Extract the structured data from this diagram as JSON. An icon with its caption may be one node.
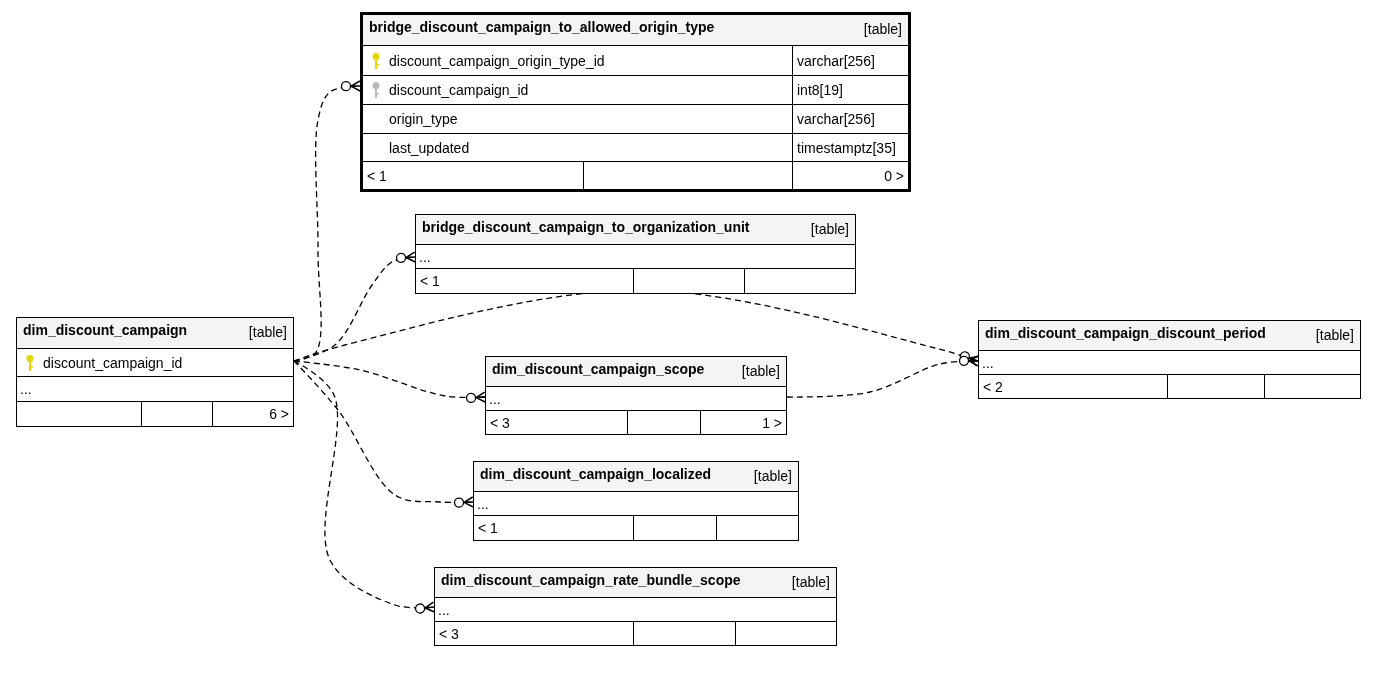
{
  "diagram": {
    "nodes": [
      {
        "text": [
          "bridge_discount_campaign_to_allowed_origin_type",
          "[table]",
          "discount_campaign_origin_type_id",
          "varchar[256]",
          "discount_campaign_id",
          "int8[19]",
          "origin_type",
          "varchar[256]",
          "last_updated",
          "timestamptz[35]",
          "< 1",
          "0 >"
        ]
      },
      {
        "text": [
          "bridge_discount_campaign_to_organization_unit",
          "[table]",
          "...",
          "< 1"
        ]
      },
      {
        "text": [
          "dim_discount_campaign",
          "[table]",
          "discount_campaign_id",
          "...",
          "6 >"
        ]
      },
      {
        "text": [
          "dim_discount_campaign_discount_period",
          "[table]",
          "...",
          "< 2"
        ]
      },
      {
        "text": [
          "dim_discount_campaign_scope",
          "[table]",
          "...",
          "< 3",
          "1 >"
        ]
      },
      {
        "text": [
          "dim_discount_campaign_localized",
          "[table]",
          "...",
          "< 1"
        ]
      },
      {
        "text": [
          "dim_discount_campaign_rate_bundle_scope",
          "[table]",
          "...",
          "< 3"
        ]
      }
    ],
    "edges": [
      {
        "from": 2,
        "to": 0,
        "arrow": "other",
        "style": "dashed"
      },
      {
        "from": 2,
        "to": 1,
        "arrow": "other",
        "style": "dashed"
      },
      {
        "from": 2,
        "to": 3,
        "arrow": "other",
        "style": "dashed"
      },
      {
        "from": 2,
        "to": 4,
        "arrow": "other",
        "style": "dashed"
      },
      {
        "from": 2,
        "to": 5,
        "arrow": "other",
        "style": "dashed"
      },
      {
        "from": 2,
        "to": 6,
        "arrow": "other",
        "style": "dashed"
      },
      {
        "from": 4,
        "to": 3,
        "arrow": "other",
        "style": "dashed"
      }
    ]
  }
}
